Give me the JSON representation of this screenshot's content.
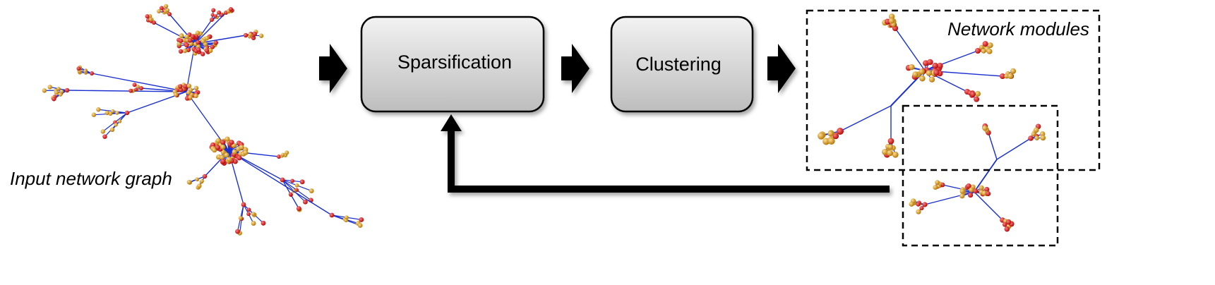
{
  "labels": {
    "input": "Input network graph",
    "sparsification": "Sparsification",
    "clustering": "Clustering",
    "modules": "Network modules"
  },
  "colors": {
    "edge": "#1a2fd0",
    "node_red": "#d81a1a",
    "node_orange": "#e8a317",
    "box_top": "#f2f2f2",
    "box_bottom": "#bdbdbd",
    "arrow": "#000000"
  }
}
